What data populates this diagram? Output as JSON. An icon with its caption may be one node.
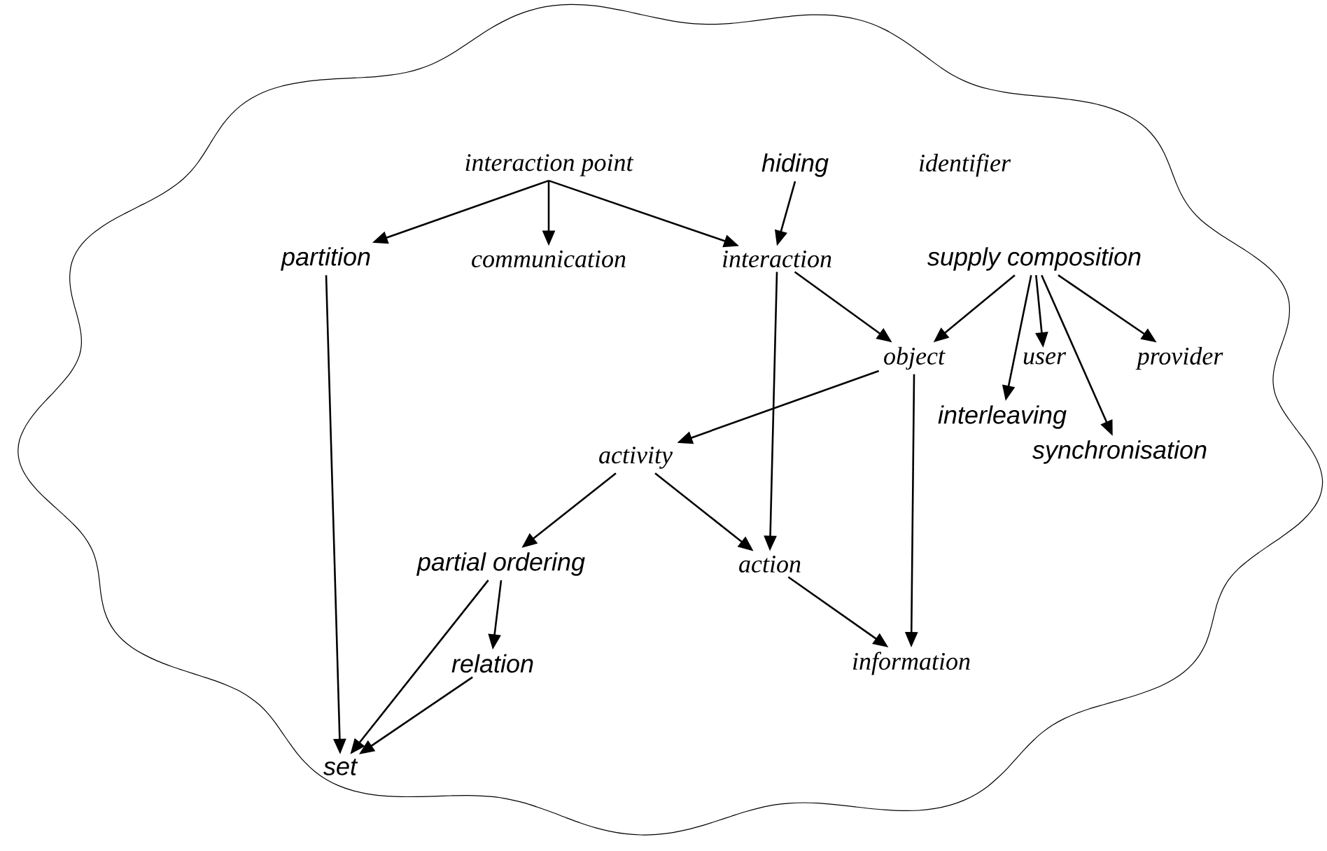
{
  "diagram": {
    "nodes": [
      {
        "text": [
          "interaction point"
        ]
      },
      {
        "text": [
          "hiding"
        ]
      },
      {
        "text": [
          "identifier"
        ]
      },
      {
        "text": [
          "partition"
        ]
      },
      {
        "text": [
          "communication"
        ]
      },
      {
        "text": [
          "interaction"
        ]
      },
      {
        "text": [
          "supply composition"
        ]
      },
      {
        "text": [
          "object"
        ]
      },
      {
        "text": [
          "user"
        ]
      },
      {
        "text": [
          "provider"
        ]
      },
      {
        "text": [
          "interleaving"
        ]
      },
      {
        "text": [
          "synchronisation"
        ]
      },
      {
        "text": [
          "activity"
        ]
      },
      {
        "text": [
          "partial ordering"
        ]
      },
      {
        "text": [
          "action"
        ]
      },
      {
        "text": [
          "relation"
        ]
      },
      {
        "text": [
          "information"
        ]
      },
      {
        "text": [
          "set"
        ]
      }
    ],
    "edges": [
      {
        "from": 0,
        "to": 3,
        "arrow": "to"
      },
      {
        "from": 0,
        "to": 4,
        "arrow": "to"
      },
      {
        "from": 0,
        "to": 5,
        "arrow": "to"
      },
      {
        "from": 1,
        "to": 5,
        "arrow": "to"
      },
      {
        "from": 3,
        "to": 17,
        "arrow": "to"
      },
      {
        "from": 5,
        "to": 7,
        "arrow": "to"
      },
      {
        "from": 5,
        "to": 14,
        "arrow": "to"
      },
      {
        "from": 6,
        "to": 7,
        "arrow": "to"
      },
      {
        "from": 6,
        "to": 8,
        "arrow": "to"
      },
      {
        "from": 6,
        "to": 9,
        "arrow": "to"
      },
      {
        "from": 6,
        "to": 10,
        "arrow": "to"
      },
      {
        "from": 6,
        "to": 11,
        "arrow": "to"
      },
      {
        "from": 7,
        "to": 12,
        "arrow": "to"
      },
      {
        "from": 7,
        "to": 16,
        "arrow": "to"
      },
      {
        "from": 12,
        "to": 13,
        "arrow": "to"
      },
      {
        "from": 12,
        "to": 14,
        "arrow": "to"
      },
      {
        "from": 13,
        "to": 15,
        "arrow": "to"
      },
      {
        "from": 13,
        "to": 17,
        "arrow": "to"
      },
      {
        "from": 15,
        "to": 17,
        "arrow": "to"
      },
      {
        "from": 14,
        "to": 16,
        "arrow": "to"
      }
    ]
  }
}
